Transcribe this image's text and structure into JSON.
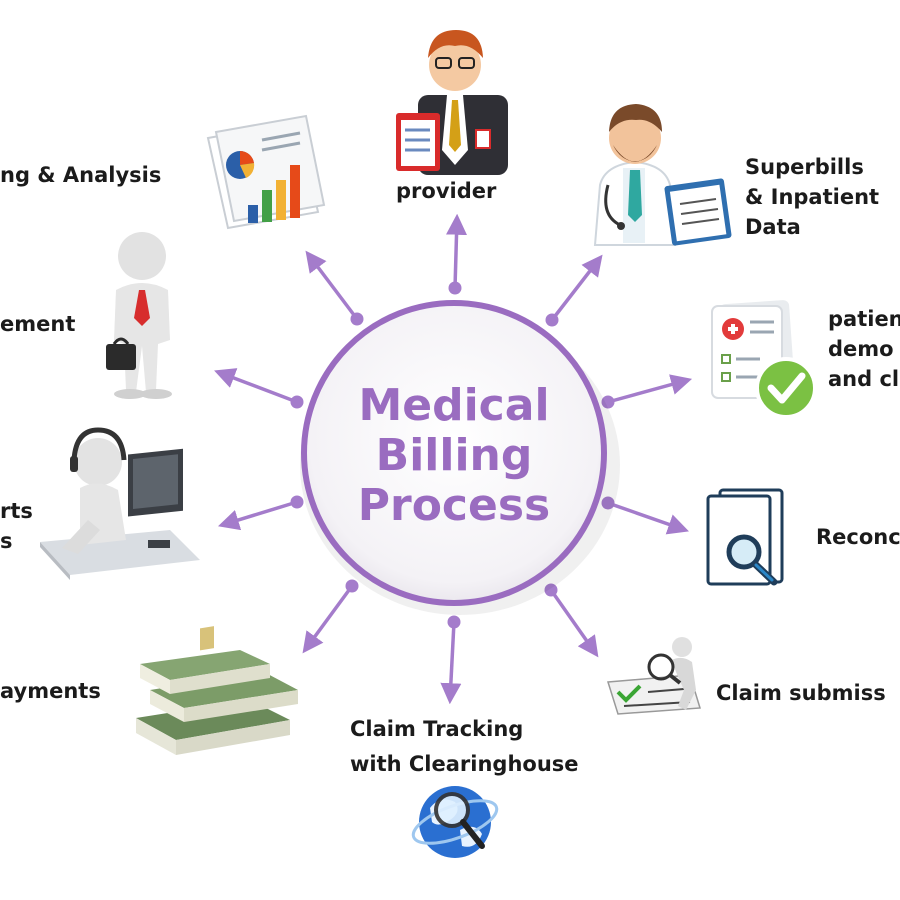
{
  "hub": {
    "lines": [
      "Medical",
      "Billing",
      "Process"
    ]
  },
  "nodes": {
    "provider": "provider",
    "superbills": "Superbills\n& Inpatient\nData",
    "patient": "patien\ndemo\nand cl",
    "reconciliation": "Reconc",
    "claim_submission": "Claim submiss",
    "claim_tracking": "Claim Tracking\nwith Clearinghouse",
    "payments": "ayments",
    "reports": "rts\ns",
    "management": "ement",
    "analysis": "ng & Analysis"
  },
  "colors": {
    "accent": "#9a6cc0",
    "arrow": "#a47ccb",
    "text": "#1b1b1b"
  },
  "icons": {
    "provider": "businessman-clipboard-icon",
    "superbills": "doctor-clipboard-icon",
    "patient": "document-checkmark-icon",
    "reconciliation": "document-magnifier-icon",
    "claim_submission": "figure-magnifier-checklist-icon",
    "claim_tracking": "globe-magnifier-icon",
    "payments": "money-stack-icon",
    "reports": "figure-headset-computer-icon",
    "management": "figure-briefcase-icon",
    "analysis": "report-charts-icon"
  }
}
